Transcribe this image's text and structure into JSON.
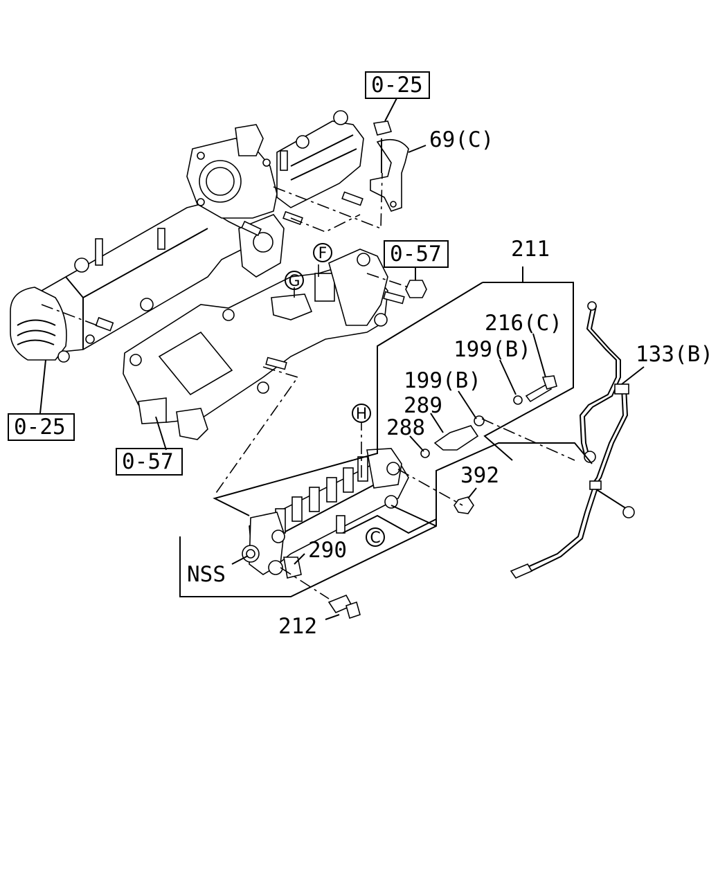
{
  "callouts": {
    "ref_0_25_top": "0-25",
    "ref_0_57_right": "0-57",
    "ref_0_25_left": "0-25",
    "ref_0_57_bottom": "0-57",
    "p69c": "69(C)",
    "p211": "211",
    "p216c": "216(C)",
    "p199b_upper": "199(B)",
    "p133b": "133(B)",
    "p199b_lower": "199(B)",
    "p289": "289",
    "p288": "288",
    "p392": "392",
    "p290": "290",
    "nss": "NSS",
    "p212": "212"
  },
  "circle_letters": {
    "f": "F",
    "g": "G",
    "h": "H",
    "c": "C"
  },
  "colors": {
    "ink": "#000000",
    "paper": "#ffffff"
  }
}
